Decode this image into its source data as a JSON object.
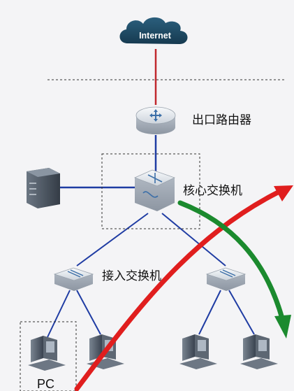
{
  "internet_label": "Internet",
  "egress_router_label": "出口路由器",
  "core_switch_label": "核心交换机",
  "access_switch_label": "接入交换机",
  "pc_label": "PC",
  "colors": {
    "background": "#f4f4f6",
    "cloud": "#1e4a63",
    "red_link": "#c0282e",
    "blue_link": "#1f3ca3",
    "red_arrow": "#e01e1e",
    "green_arrow": "#1b8a2e",
    "dashed": "#333333",
    "device_body": "#c9d0d8",
    "device_top": "#eef2f6",
    "server": "#4a5563"
  },
  "icons": {
    "cloud": "internet-cloud-icon",
    "router": "router-icon",
    "core_switch": "core-switch-icon",
    "access_switch": "access-switch-icon",
    "server": "server-icon",
    "pc": "pc-icon"
  }
}
